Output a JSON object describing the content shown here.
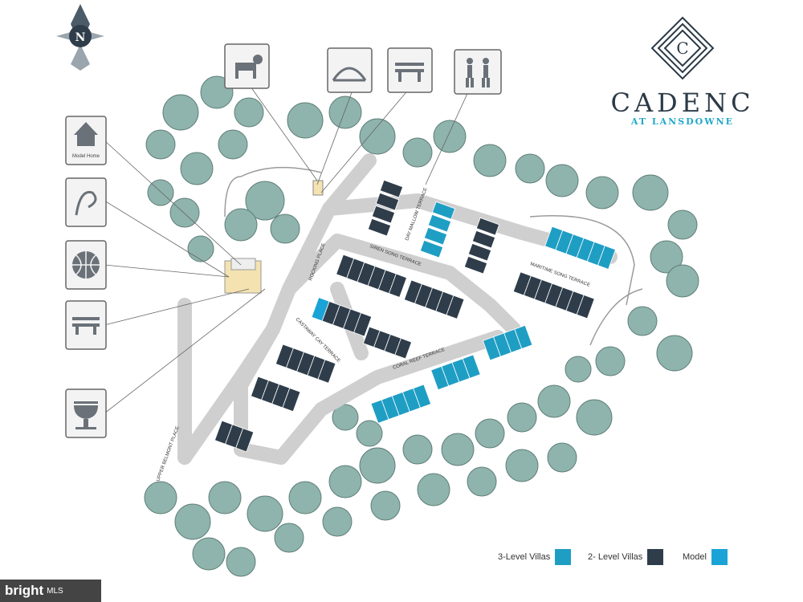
{
  "brand": {
    "name": "CADENC",
    "subtitle": "AT LANSDOWNE"
  },
  "compass": {
    "letter": "N"
  },
  "amenities_left": [
    {
      "icon": "house-icon",
      "label": "Model Home"
    },
    {
      "icon": "playground-icon",
      "label": ""
    },
    {
      "icon": "basketball-icon",
      "label": ""
    },
    {
      "icon": "bench-icon",
      "label": ""
    },
    {
      "icon": "grill-icon",
      "label": ""
    }
  ],
  "amenities_top": [
    {
      "icon": "dog-icon"
    },
    {
      "icon": "bridge-icon"
    },
    {
      "icon": "bench-icon"
    },
    {
      "icon": "hikers-icon"
    }
  ],
  "streets": [
    "UPPER BELMONT PLACE",
    "ROCKING PLACE",
    "SIREN SONG TERRACE",
    "CASTAWAY CAY TERRACE",
    "CORAL REEF TERRACE",
    "MARITIME SONG TERRACE",
    "DAY MALLOW TERRACE"
  ],
  "legend": {
    "three_level": "3-Level Villas",
    "two_level": "2- Level Villas",
    "model": "Model"
  },
  "colors": {
    "three_level": "#1f9ec4",
    "two_level": "#2f3d4a",
    "model": "#1aa3d6",
    "tree": "#8fb3ad",
    "road": "#d9d9d9"
  },
  "mls": {
    "brand": "bright",
    "suffix": "MLS"
  }
}
